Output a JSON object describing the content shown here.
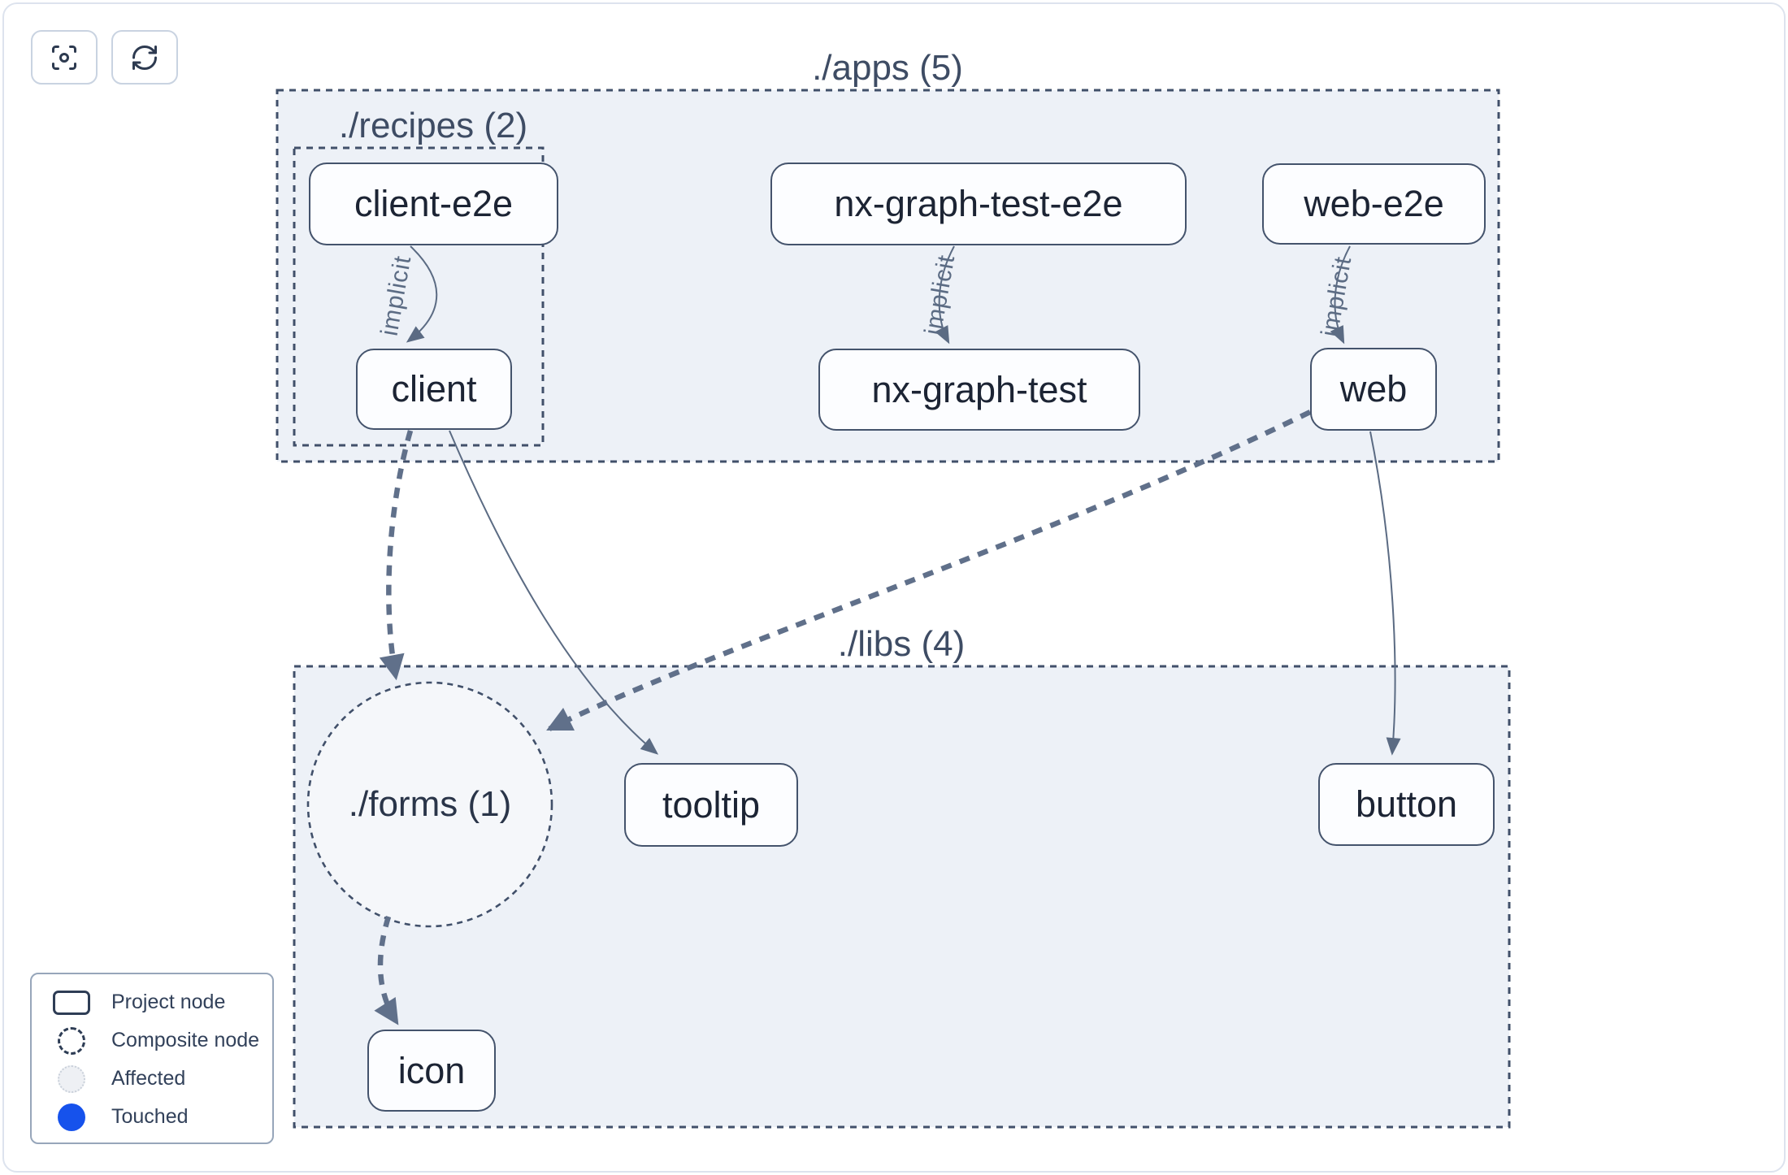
{
  "toolbar": {
    "buttons": [
      {
        "name": "focus-center",
        "icon": "focus-icon"
      },
      {
        "name": "refresh-layout",
        "icon": "refresh-icon"
      }
    ]
  },
  "graph": {
    "groups": [
      {
        "id": "apps",
        "label": "./apps (5)",
        "shape": "dashed-rect"
      },
      {
        "id": "recipes",
        "label": "./recipes (2)",
        "shape": "dashed-rect"
      },
      {
        "id": "libs",
        "label": "./libs (4)",
        "shape": "dashed-rect"
      },
      {
        "id": "forms",
        "label": "./forms (1)",
        "shape": "dashed-circle-composite"
      }
    ],
    "nodes": [
      {
        "id": "client-e2e",
        "label": "client-e2e",
        "group": "recipes"
      },
      {
        "id": "nx-graph-test-e2e",
        "label": "nx-graph-test-e2e",
        "group": "apps"
      },
      {
        "id": "web-e2e",
        "label": "web-e2e",
        "group": "apps"
      },
      {
        "id": "client",
        "label": "client",
        "group": "recipes"
      },
      {
        "id": "nx-graph-test",
        "label": "nx-graph-test",
        "group": "apps"
      },
      {
        "id": "web",
        "label": "web",
        "group": "apps"
      },
      {
        "id": "tooltip",
        "label": "tooltip",
        "group": "libs"
      },
      {
        "id": "button",
        "label": "button",
        "group": "libs"
      },
      {
        "id": "icon",
        "label": "icon",
        "group": "libs"
      }
    ],
    "edges": [
      {
        "from": "client-e2e",
        "to": "client",
        "label": "implicit",
        "style": "thin-solid"
      },
      {
        "from": "nx-graph-test-e2e",
        "to": "nx-graph-test",
        "label": "implicit",
        "style": "thin-solid"
      },
      {
        "from": "web-e2e",
        "to": "web",
        "label": "implicit",
        "style": "thin-solid"
      },
      {
        "from": "client",
        "to": "./forms",
        "label": "",
        "style": "thick-dashed"
      },
      {
        "from": "client",
        "to": "tooltip",
        "label": "",
        "style": "thin-solid"
      },
      {
        "from": "web",
        "to": "./forms",
        "label": "",
        "style": "thick-dashed"
      },
      {
        "from": "web",
        "to": "button",
        "label": "",
        "style": "thin-solid"
      },
      {
        "from": "./forms",
        "to": "icon",
        "label": "",
        "style": "thick-dashed"
      }
    ]
  },
  "legend": {
    "items": [
      {
        "label": "Project node",
        "swatch": "project-rect-outline"
      },
      {
        "label": "Composite node",
        "swatch": "dashed-circle-outline"
      },
      {
        "label": "Affected",
        "swatch": "light-dotted-circle"
      },
      {
        "label": "Touched",
        "swatch": "solid-blue-circle"
      }
    ]
  },
  "colors": {
    "container_fill": "#edf1f7",
    "composite_circle_fill": "#f5f7fa",
    "dashed_border": "#41506a",
    "node_border": "#44536c",
    "node_text": "#1c2434",
    "edge_thin": "#5b6b83",
    "edge_thick": "#60708a",
    "touched_blue": "#1652ec",
    "affected_fill": "#eef0f4",
    "frame_border": "#dde3ee"
  }
}
